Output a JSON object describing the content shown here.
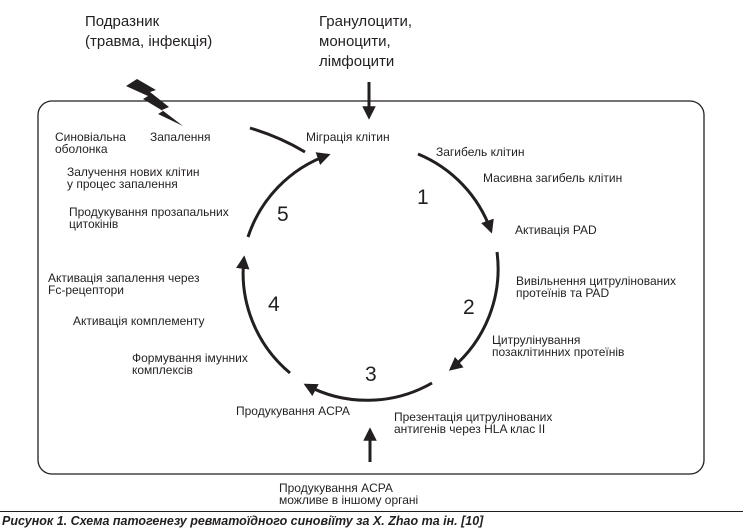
{
  "top": {
    "stimulus": "Подразник\n(травма, інфекція)",
    "cells": "Гранулоцити,\nмоноцити,\nлімфоцити"
  },
  "left": {
    "synovium": "Синовіальна\nоболонка",
    "inflammation": "Запалення",
    "recruitment": "Залучення нових клітин\nу процес запалення",
    "cytokines": "Продукування прозапальних\nцитокінів",
    "fc": "Активація запалення через\nFc-рецептори",
    "complement": "Активація комплементу",
    "immune_complexes": "Формування імунних\nкомплексів"
  },
  "cycle": {
    "migration": "Міграція клітин",
    "death": "Загибель клітин",
    "mass_death": "Масивна загибель клітин",
    "pad": "Активація PAD",
    "release": "Вивільнення цитрулінованих\nпротеїнів та PAD",
    "citrullination": "Цитрулінування\nпозаклітинних протеїнів",
    "presentation": "Презентація цитрулінованих\nантигенів через HLA клас II",
    "acpa": "Продукування ACPA"
  },
  "bottom": {
    "acpa_other": "Продукування ACPA\nможливе в іншому органі"
  },
  "numbers": [
    "1",
    "2",
    "3",
    "4",
    "5"
  ],
  "caption": "Рисунок 1. Схема патогенезу ревматоїдного синовіїту за X. Zhao та ін. [10]"
}
